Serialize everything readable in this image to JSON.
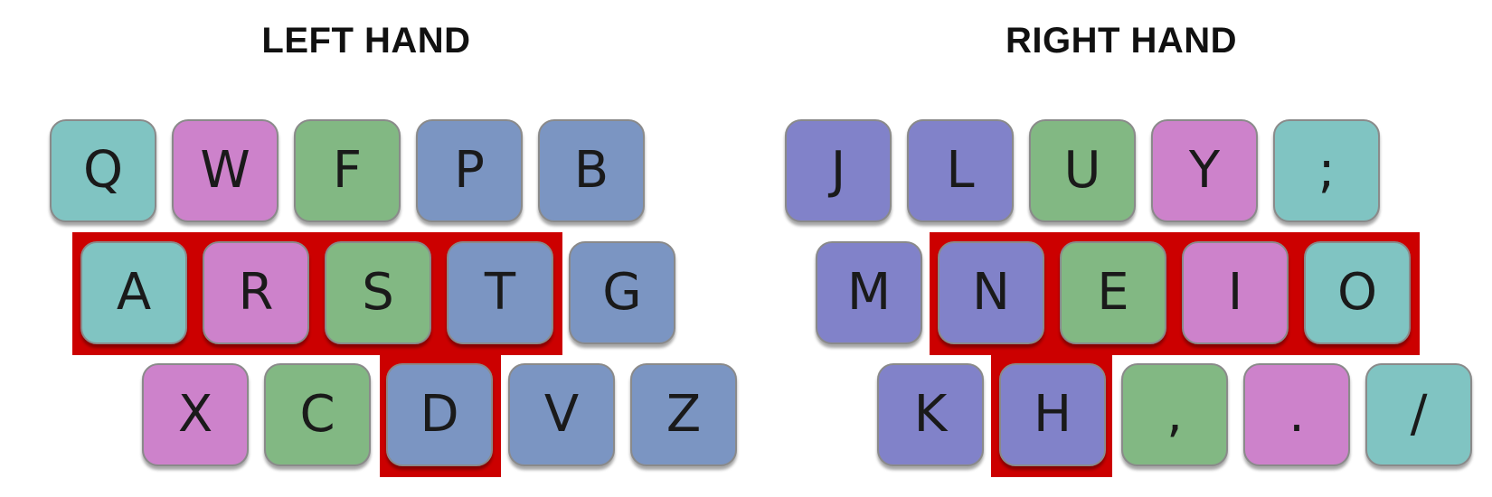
{
  "titles": {
    "left": "LEFT HAND",
    "right": "RIGHT HAND"
  },
  "colors": {
    "teal": "#80c4c2",
    "pink": "#cd82cb",
    "green": "#82b883",
    "blue": "#7b95c2",
    "purple": "#8182c9",
    "highlight": "#cc0000"
  },
  "keys": [
    {
      "label": "Q",
      "color": "teal",
      "hand": "left",
      "row": 0,
      "highlighted": false
    },
    {
      "label": "W",
      "color": "pink",
      "hand": "left",
      "row": 0,
      "highlighted": false
    },
    {
      "label": "F",
      "color": "green",
      "hand": "left",
      "row": 0,
      "highlighted": false
    },
    {
      "label": "P",
      "color": "blue",
      "hand": "left",
      "row": 0,
      "highlighted": false
    },
    {
      "label": "B",
      "color": "blue",
      "hand": "left",
      "row": 0,
      "highlighted": false
    },
    {
      "label": "A",
      "color": "teal",
      "hand": "left",
      "row": 1,
      "highlighted": true
    },
    {
      "label": "R",
      "color": "pink",
      "hand": "left",
      "row": 1,
      "highlighted": true
    },
    {
      "label": "S",
      "color": "green",
      "hand": "left",
      "row": 1,
      "highlighted": true
    },
    {
      "label": "T",
      "color": "blue",
      "hand": "left",
      "row": 1,
      "highlighted": true
    },
    {
      "label": "G",
      "color": "blue",
      "hand": "left",
      "row": 1,
      "highlighted": false
    },
    {
      "label": "X",
      "color": "pink",
      "hand": "left",
      "row": 2,
      "highlighted": false
    },
    {
      "label": "C",
      "color": "green",
      "hand": "left",
      "row": 2,
      "highlighted": false
    },
    {
      "label": "D",
      "color": "blue",
      "hand": "left",
      "row": 2,
      "highlighted": true
    },
    {
      "label": "V",
      "color": "blue",
      "hand": "left",
      "row": 2,
      "highlighted": false
    },
    {
      "label": "Z",
      "color": "blue",
      "hand": "left",
      "row": 2,
      "highlighted": false
    },
    {
      "label": "J",
      "color": "purple",
      "hand": "right",
      "row": 0,
      "highlighted": false
    },
    {
      "label": "L",
      "color": "purple",
      "hand": "right",
      "row": 0,
      "highlighted": false
    },
    {
      "label": "U",
      "color": "green",
      "hand": "right",
      "row": 0,
      "highlighted": false
    },
    {
      "label": "Y",
      "color": "pink",
      "hand": "right",
      "row": 0,
      "highlighted": false
    },
    {
      "label": ";",
      "color": "teal",
      "hand": "right",
      "row": 0,
      "highlighted": false
    },
    {
      "label": "M",
      "color": "purple",
      "hand": "right",
      "row": 1,
      "highlighted": false
    },
    {
      "label": "N",
      "color": "purple",
      "hand": "right",
      "row": 1,
      "highlighted": true
    },
    {
      "label": "E",
      "color": "green",
      "hand": "right",
      "row": 1,
      "highlighted": true
    },
    {
      "label": "I",
      "color": "pink",
      "hand": "right",
      "row": 1,
      "highlighted": true
    },
    {
      "label": "O",
      "color": "teal",
      "hand": "right",
      "row": 1,
      "highlighted": true
    },
    {
      "label": "K",
      "color": "purple",
      "hand": "right",
      "row": 2,
      "highlighted": false
    },
    {
      "label": "H",
      "color": "purple",
      "hand": "right",
      "row": 2,
      "highlighted": true
    },
    {
      "label": ",",
      "color": "green",
      "hand": "right",
      "row": 2,
      "highlighted": false
    },
    {
      "label": ".",
      "color": "pink",
      "hand": "right",
      "row": 2,
      "highlighted": false
    },
    {
      "label": "/",
      "color": "teal",
      "hand": "right",
      "row": 2,
      "highlighted": false
    }
  ]
}
